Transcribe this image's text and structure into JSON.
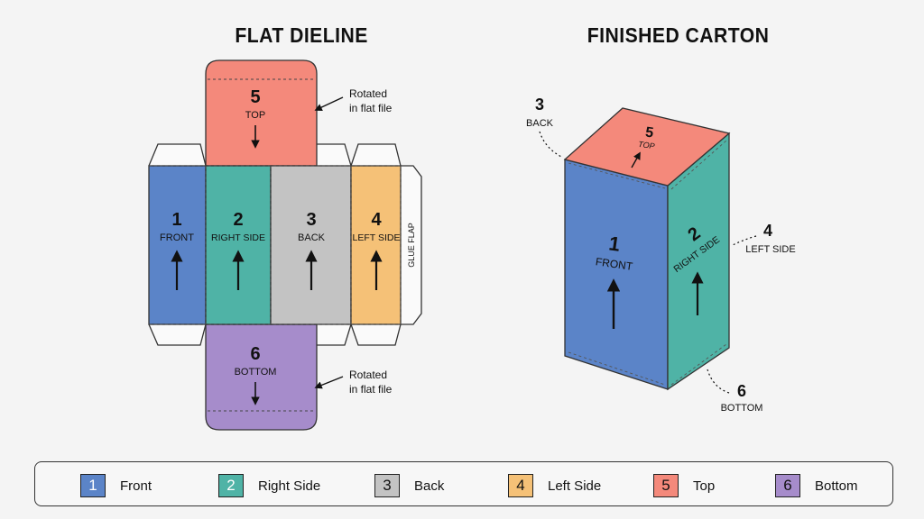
{
  "titles": {
    "flat": "FLAT DIELINE",
    "finished": "FINISHED CARTON"
  },
  "panels": [
    {
      "num": "1",
      "label": "FRONT",
      "color": "#5b84c8"
    },
    {
      "num": "2",
      "label": "RIGHT SIDE",
      "color": "#4fb3a6"
    },
    {
      "num": "3",
      "label": "BACK",
      "color": "#c3c3c3"
    },
    {
      "num": "4",
      "label": "LEFT SIDE",
      "color": "#f5c177"
    },
    {
      "num": "5",
      "label": "TOP",
      "color": "#f4897b"
    },
    {
      "num": "6",
      "label": "BOTTOM",
      "color": "#a68ccb"
    }
  ],
  "flat": {
    "glue_flap": "GLUE FLAP",
    "rotated_line1": "Rotated",
    "rotated_line2": "in flat file"
  },
  "finished": {
    "callouts": [
      {
        "num": "3",
        "label": "BACK"
      },
      {
        "num": "4",
        "label": "LEFT SIDE"
      },
      {
        "num": "6",
        "label": "BOTTOM"
      }
    ]
  },
  "legend": [
    {
      "num": "1",
      "label": "Front"
    },
    {
      "num": "2",
      "label": "Right Side"
    },
    {
      "num": "3",
      "label": "Back"
    },
    {
      "num": "4",
      "label": "Left Side"
    },
    {
      "num": "5",
      "label": "Top"
    },
    {
      "num": "6",
      "label": "Bottom"
    }
  ]
}
